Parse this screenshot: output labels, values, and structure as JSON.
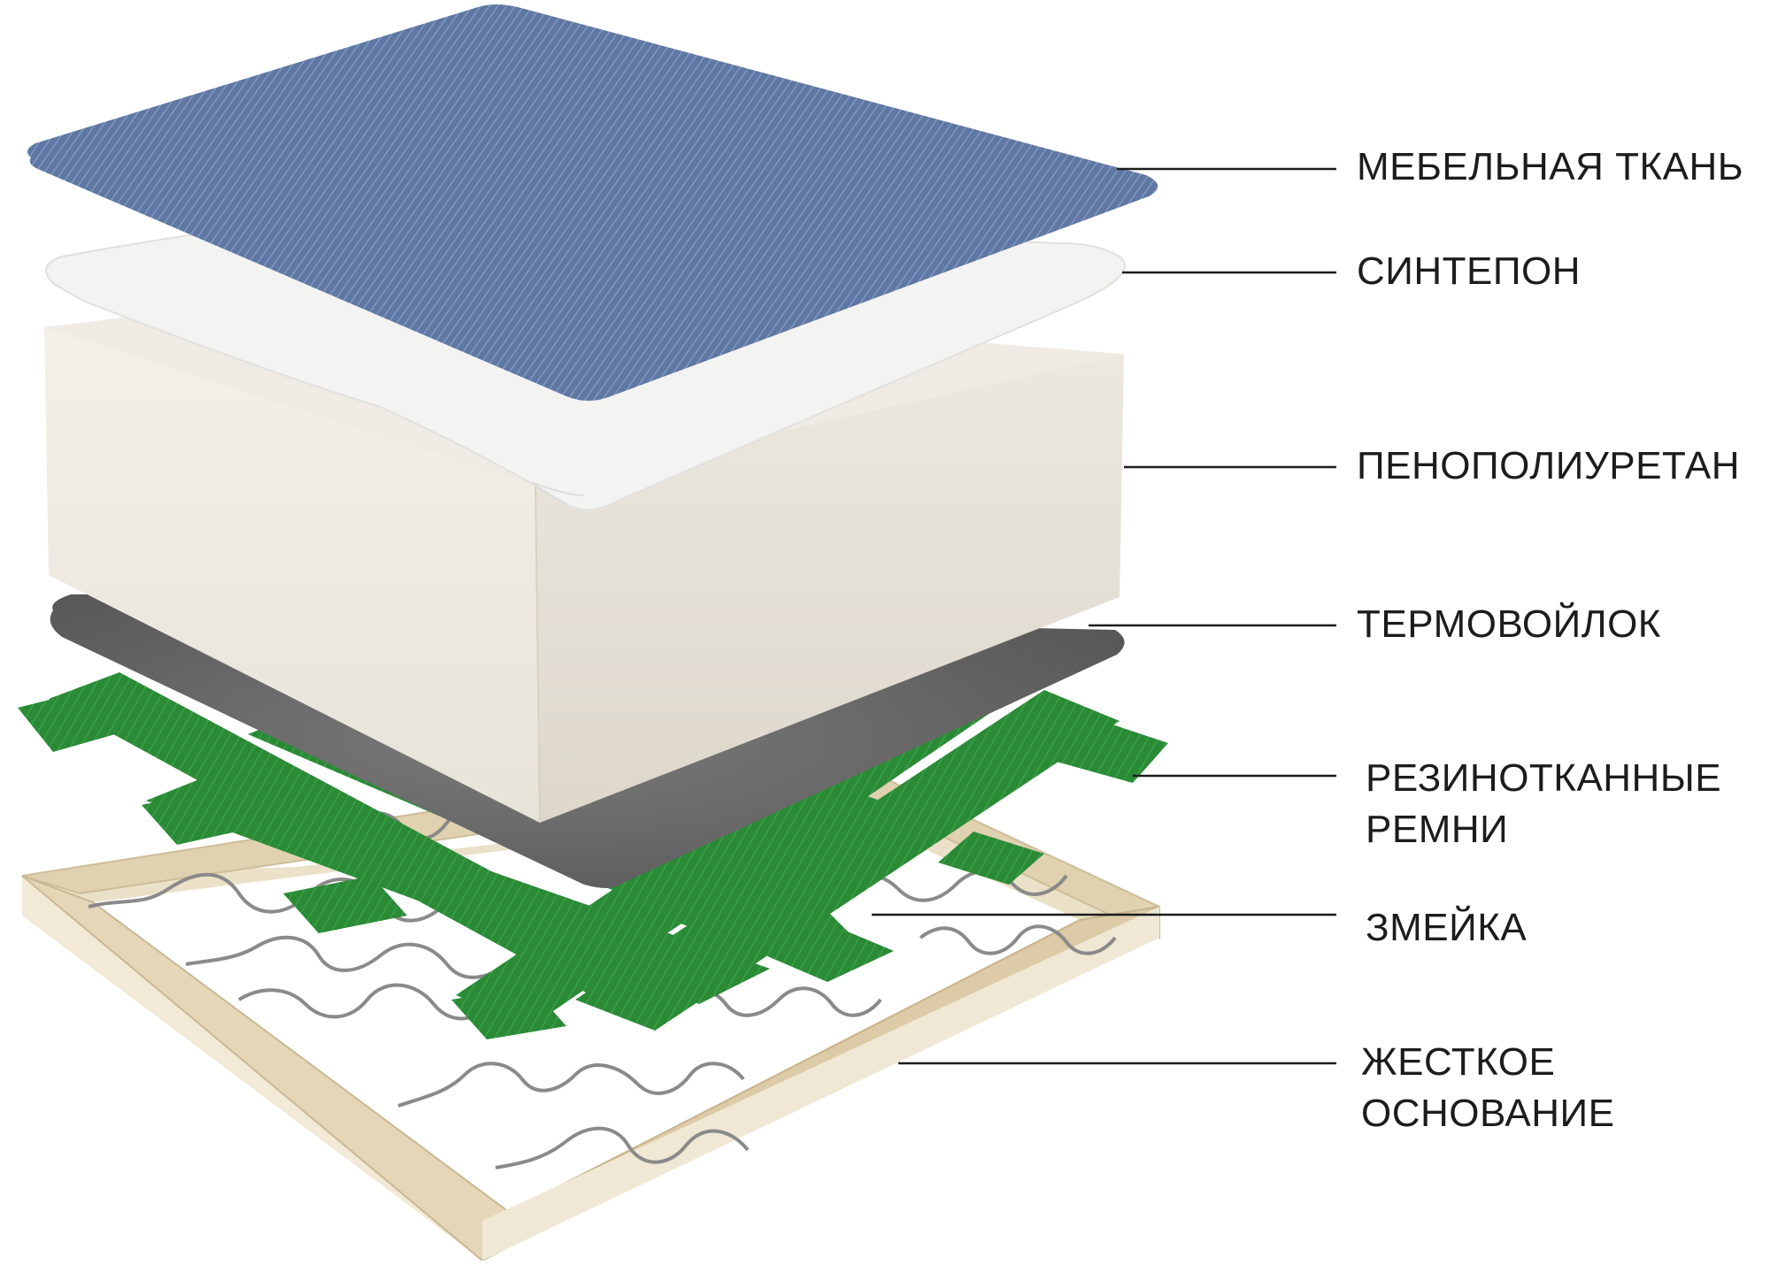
{
  "layers": [
    {
      "id": "fabric",
      "lines": [
        "МЕБЕЛЬНАЯ ТКАНЬ"
      ]
    },
    {
      "id": "sintepon",
      "lines": [
        "СИНТЕПОН"
      ]
    },
    {
      "id": "foam",
      "lines": [
        "ПЕНОПОЛИУРЕТАН"
      ]
    },
    {
      "id": "felt",
      "lines": [
        "ТЕРМОВОЙЛОК"
      ]
    },
    {
      "id": "straps",
      "lines": [
        "РЕЗИНОТКАННЫЕ",
        "РЕМНИ"
      ]
    },
    {
      "id": "springs",
      "lines": [
        "ЗМЕЙКА"
      ]
    },
    {
      "id": "base",
      "lines": [
        "ЖЕСТКОЕ",
        "ОСНОВАНИЕ"
      ]
    }
  ],
  "colors": {
    "fabric": "#5f77a3",
    "sintepon": "#f1f1f0",
    "foam": "#ece8e0",
    "felt": "#6a6a6a",
    "straps": "#2a8a36",
    "springs": "#8a8a8a",
    "base": "#e6d9bd",
    "leader": "#1c1c1c"
  }
}
